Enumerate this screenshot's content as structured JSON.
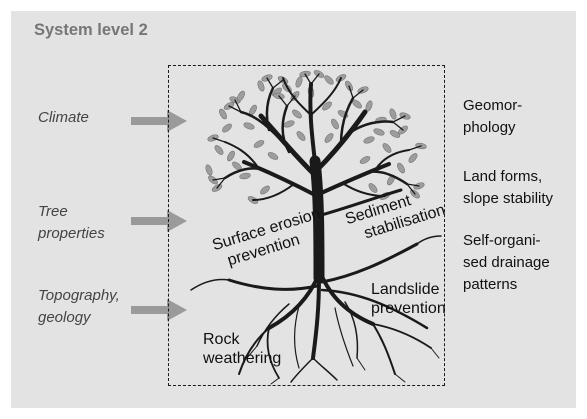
{
  "title": "System level 2",
  "inputs": [
    {
      "label": "Climate"
    },
    {
      "label": "Tree properties"
    },
    {
      "label": "Topography, geology"
    }
  ],
  "inner_labels": {
    "surface_erosion": [
      "Surface erosion",
      "prevention"
    ],
    "sediment": [
      "Sediment",
      "stabilisation"
    ],
    "landslide": [
      "Landslide",
      "prevention"
    ],
    "rock": [
      "Rock",
      "weathering"
    ]
  },
  "outputs": [
    {
      "lines": [
        "Geomor-",
        "phology"
      ]
    },
    {
      "lines": [
        "Land forms,",
        "slope stability"
      ]
    },
    {
      "lines": [
        "Self-organi-",
        "sed drainage",
        "patterns"
      ]
    }
  ],
  "colors": {
    "panel": "#e3e3e3",
    "arrow": "#9a9a9a",
    "tree": "#1a1a1a",
    "leaf": "#9d9d9d"
  }
}
